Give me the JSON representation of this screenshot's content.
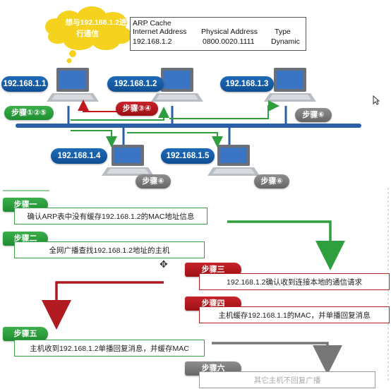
{
  "cloud_text_line1": "想与192.168.1.2进",
  "cloud_text_line2": "行通信",
  "arp": {
    "title": "ARP Cache",
    "headers": [
      "Internet Address",
      "Physical Address",
      "Type"
    ],
    "row": [
      "192.168.1.2",
      "0800.0020.1111",
      "Dynamic"
    ]
  },
  "hosts": {
    "h1": "192.168.1.1",
    "h2": "192.168.1.2",
    "h3": "192.168.1.3",
    "h4": "192.168.1.4",
    "h5": "192.168.1.5"
  },
  "tags": {
    "h1_steps": "步骤①②⑤",
    "h2_steps": "步骤③④",
    "h3_steps": "步骤⑥",
    "h4_steps": "步骤⑥",
    "h5_steps": "步骤⑥"
  },
  "steps": [
    {
      "label": "步骤一",
      "text": "确认ARP表中没有缓存192.168.1.2的MAC地址信息"
    },
    {
      "label": "步骤二",
      "text": "全网广播查找192.168.1.2地址的主机"
    },
    {
      "label": "步骤三",
      "text": "192.168.1.2确认收到连接本地的通信请求"
    },
    {
      "label": "步骤四",
      "text": "主机缓存192.168.1.1的MAC，并单播回复消息"
    },
    {
      "label": "步骤五",
      "text": "主机收到192.168.1.2单播回复消息，并缓存MAC"
    },
    {
      "label": "步骤六",
      "text": "其它主机不回复广播"
    }
  ],
  "colors": {
    "blue": "#1560ad",
    "green": "#2e9e3e",
    "red": "#b01a20",
    "gray": "#777777",
    "cloud": "#f5d21d",
    "bus": "#2a5fa8"
  }
}
